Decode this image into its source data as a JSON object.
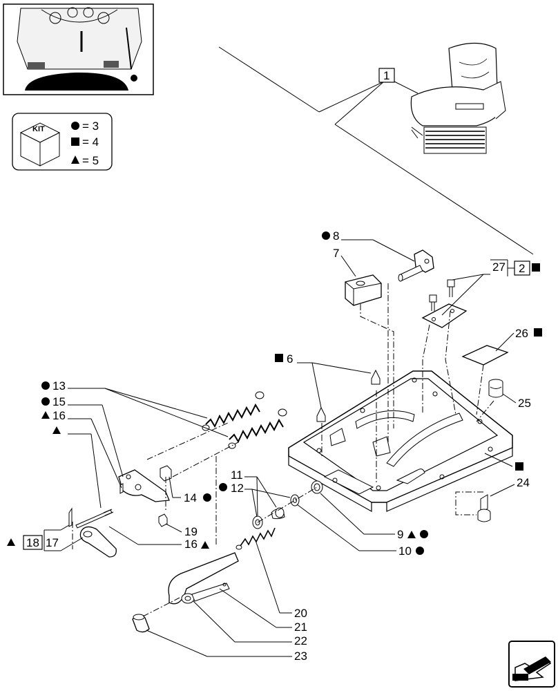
{
  "kit_legend": {
    "kit_label": "KIT",
    "circle_qty": "= 3",
    "square_qty": "= 4",
    "triangle_qty": "= 5"
  },
  "callouts": {
    "c1": "1",
    "c2": "2",
    "c6": "6",
    "c7": "7",
    "c8": "8",
    "c9": "9",
    "c10": "10",
    "c11": "11",
    "c12": "12",
    "c13": "13",
    "c14": "14",
    "c15": "15",
    "c16a": "16",
    "c16b": "16",
    "c17": "17",
    "c18": "18",
    "c19": "19",
    "c20": "20",
    "c21": "21",
    "c22": "22",
    "c23": "23",
    "c24": "24",
    "c25": "25",
    "c26": "26",
    "c27": "27"
  }
}
